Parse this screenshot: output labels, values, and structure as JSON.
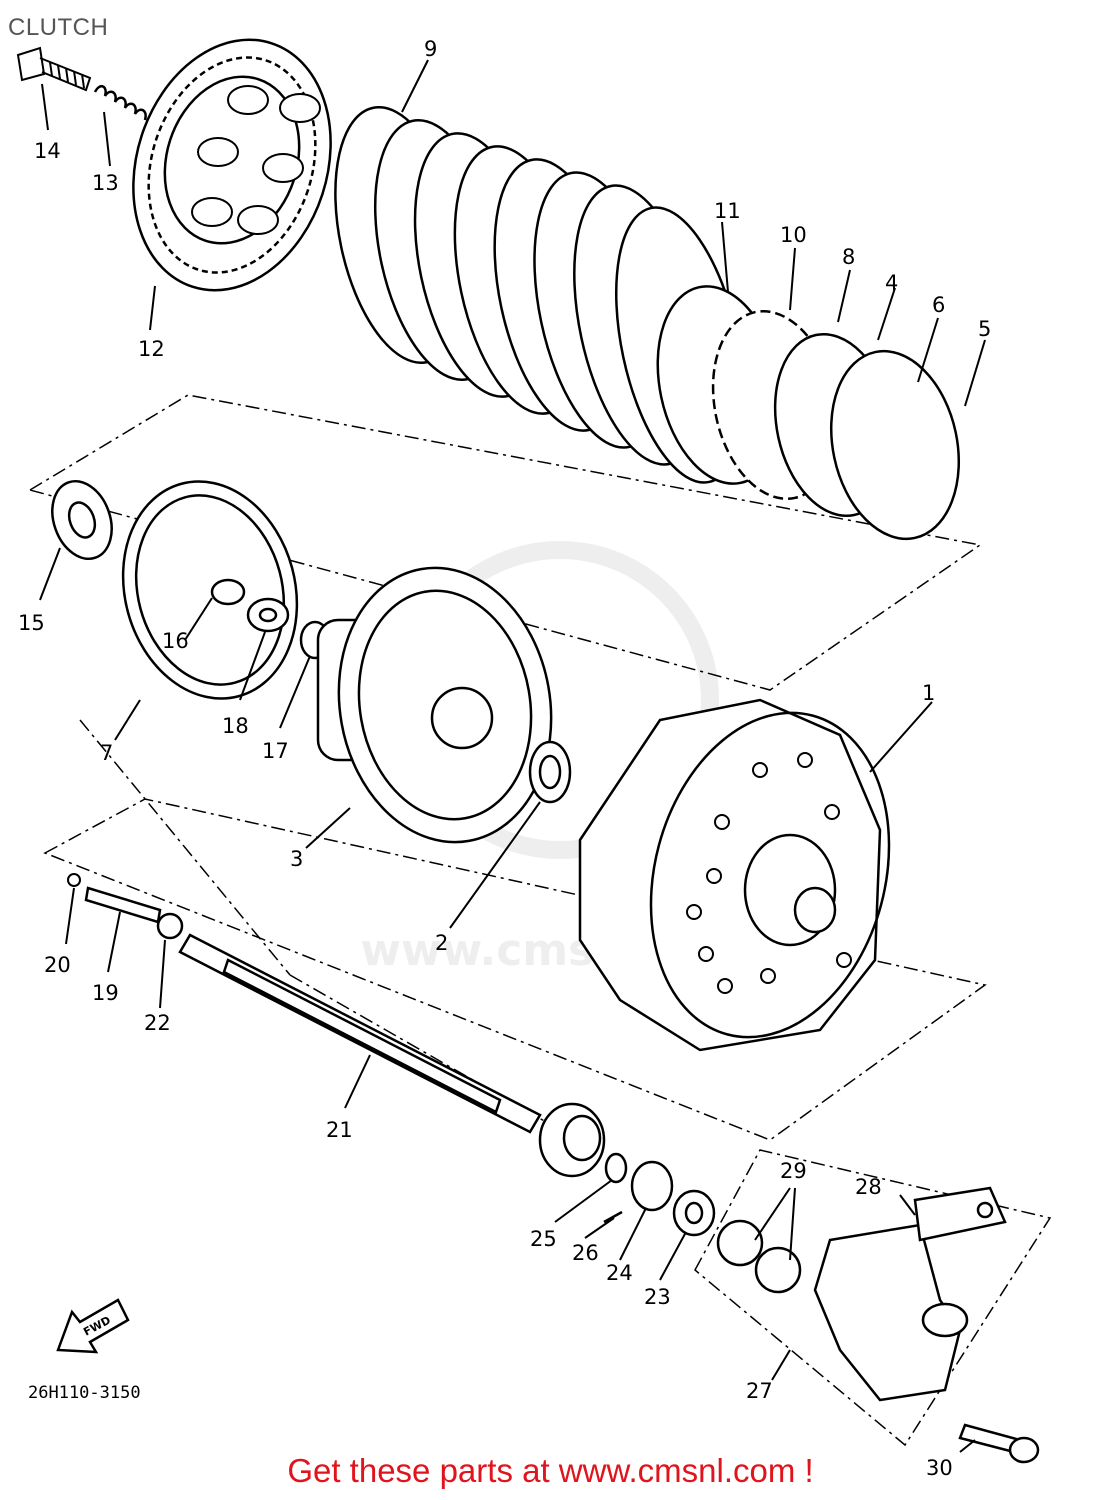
{
  "header": {
    "title": "CLUTCH"
  },
  "diagram": {
    "drawing_code": "26H110-3150",
    "fwd_label": "FWD",
    "watermark": "www.cmsnl.com",
    "callouts": [
      {
        "id": "c1",
        "label": "1"
      },
      {
        "id": "c2",
        "label": "2"
      },
      {
        "id": "c3",
        "label": "3"
      },
      {
        "id": "c4",
        "label": "4"
      },
      {
        "id": "c5",
        "label": "5"
      },
      {
        "id": "c6",
        "label": "6"
      },
      {
        "id": "c7",
        "label": "7"
      },
      {
        "id": "c8",
        "label": "8"
      },
      {
        "id": "c9",
        "label": "9"
      },
      {
        "id": "c10",
        "label": "10"
      },
      {
        "id": "c11",
        "label": "11"
      },
      {
        "id": "c12",
        "label": "12"
      },
      {
        "id": "c13",
        "label": "13"
      },
      {
        "id": "c14",
        "label": "14"
      },
      {
        "id": "c15",
        "label": "15"
      },
      {
        "id": "c16",
        "label": "16"
      },
      {
        "id": "c17",
        "label": "17"
      },
      {
        "id": "c18",
        "label": "18"
      },
      {
        "id": "c19",
        "label": "19"
      },
      {
        "id": "c20",
        "label": "20"
      },
      {
        "id": "c21",
        "label": "21"
      },
      {
        "id": "c22",
        "label": "22"
      },
      {
        "id": "c23",
        "label": "23"
      },
      {
        "id": "c24",
        "label": "24"
      },
      {
        "id": "c25",
        "label": "25"
      },
      {
        "id": "c26",
        "label": "26"
      },
      {
        "id": "c27",
        "label": "27"
      },
      {
        "id": "c28",
        "label": "28"
      },
      {
        "id": "c29",
        "label": "29"
      },
      {
        "id": "c30",
        "label": "30"
      }
    ]
  },
  "footer": {
    "cta": "Get these parts at www.cmsnl.com !"
  },
  "colors": {
    "ink": "#000000",
    "cta": "#e0141c",
    "watermark": "#d9d9d9"
  }
}
